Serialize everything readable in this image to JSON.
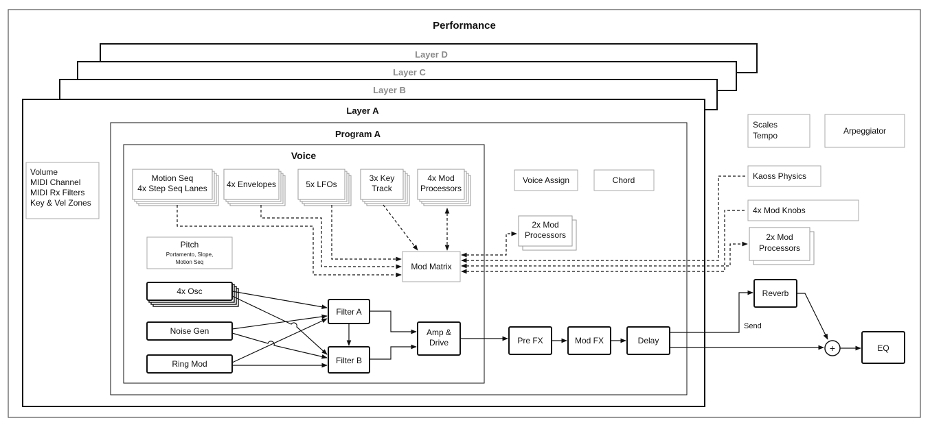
{
  "performance": {
    "title": "Performance",
    "layers": [
      "Layer D",
      "Layer C",
      "Layer B",
      "Layer A"
    ]
  },
  "program": {
    "title": "Program A"
  },
  "voice": {
    "title": "Voice",
    "mod_sources": [
      [
        "Motion Seq",
        "4x Step Seq Lanes"
      ],
      [
        "4x Envelopes"
      ],
      [
        "5x LFOs"
      ],
      [
        "3x Key",
        "Track"
      ],
      [
        "4x Mod",
        "Processors"
      ]
    ],
    "pitch": {
      "title": "Pitch",
      "subtitle": [
        "Portamento, Slope,",
        "Motion Seq"
      ]
    },
    "sources": [
      "4x Osc",
      "Noise Gen",
      "Ring Mod"
    ],
    "filters": [
      "Filter A",
      "Filter B"
    ],
    "amp": [
      "Amp &",
      "Drive"
    ],
    "mod_matrix": "Mod Matrix"
  },
  "program_blocks": {
    "voice_assign": "Voice Assign",
    "chord": "Chord",
    "mod_processors": [
      "2x Mod",
      "Processors"
    ]
  },
  "layer_settings": [
    "Volume",
    "MIDI Channel",
    "MIDI Rx Filters",
    "Key & Vel Zones"
  ],
  "effects": [
    "Pre FX",
    "Mod FX",
    "Delay"
  ],
  "global": {
    "scales_tempo": [
      "Scales",
      "Tempo"
    ],
    "arpeggiator": "Arpeggiator",
    "kaoss": "Kaoss Physics",
    "mod_knobs": "4x Mod Knobs",
    "mod_processors": [
      "2x Mod",
      "Processors"
    ],
    "reverb": "Reverb",
    "send": "Send",
    "sum": "+",
    "eq": "EQ"
  }
}
